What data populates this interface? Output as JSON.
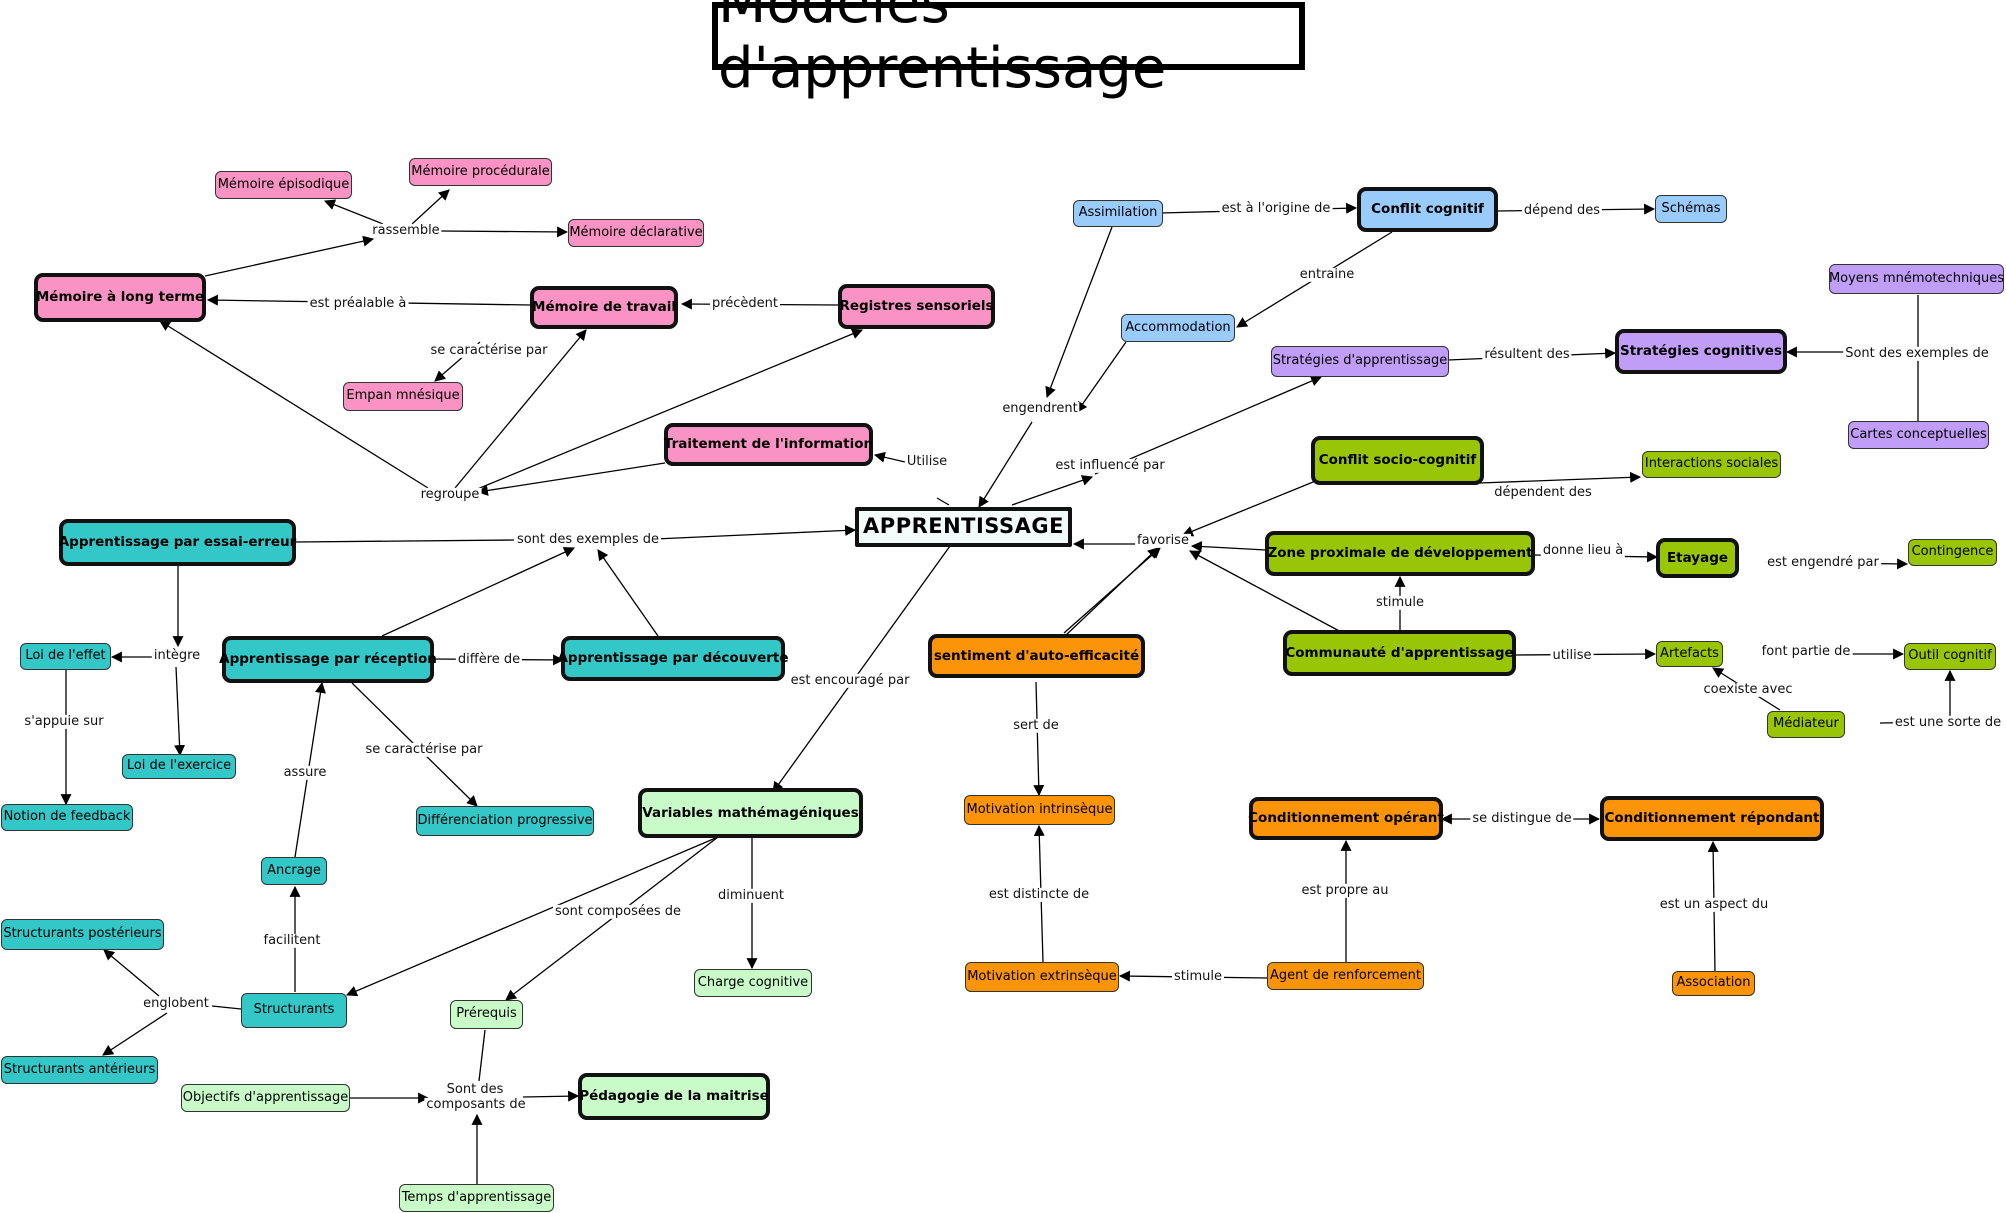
{
  "title": "Modèles d'apprentissage",
  "colors": {
    "pink": "#f993c3",
    "blue": "#99cbfb",
    "purple": "#c09df7",
    "green": "#99c507",
    "orange": "#fb9408",
    "teal": "#33c7c7",
    "lightgreen": "#c8fbc8",
    "center": "#f4fbfb"
  },
  "nodes": {
    "apprentissage": "APPRENTISSAGE",
    "memoire_long_terme": "Mémoire à long terme",
    "memoire_episodique": "Mémoire épisodique",
    "memoire_procedurale": "Mémoire procédurale",
    "memoire_declarative": "Mémoire déclarative",
    "memoire_travail": "Mémoire de travail",
    "registres_sensoriels": "Registres sensoriels",
    "empan_mnesique": "Empan mnésique",
    "traitement_information": "Traitement de l'information",
    "assimilation": "Assimilation",
    "conflit_cognitif": "Conflit cognitif",
    "schemas": "Schémas",
    "accommodation": "Accommodation",
    "strategies_apprentissage": "Stratégies d'apprentissage",
    "strategies_cognitives": "Stratégies cognitives",
    "moyens_mnemotechniques": "Moyens mnémotechniques",
    "cartes_conceptuelles": "Cartes conceptuelles",
    "conflit_socio_cognitif": "Conflit socio-cognitif",
    "interactions_sociales": "Interactions sociales",
    "zone_proximale": "Zone proximale de développement",
    "etayage": "Etayage",
    "contingence": "Contingence",
    "communaute": "Communauté d'apprentissage",
    "artefacts": "Artefacts",
    "outil_cognitif": "Outil cognitif",
    "mediateur": "Médiateur",
    "essai_erreur": "Apprentissage par essai-erreur",
    "loi_effet": "Loi de l'effet",
    "loi_exercice": "Loi de l'exercice",
    "notion_feedback": "Notion de feedback",
    "par_reception": "Apprentissage par réception",
    "par_decouverte": "Apprentissage par découverte",
    "differenciation": "Différenciation progressive",
    "ancrage": "Ancrage",
    "structurants": "Structurants",
    "structurants_posterieurs": "Structurants postérieurs",
    "structurants_anterieurs": "Structurants antérieurs",
    "variables": "Variables mathémagéniques",
    "charge_cognitive": "Charge cognitive",
    "prerequis": "Prérequis",
    "objectifs": "Objectifs d'apprentissage",
    "pedagogie_maitrise": "Pédagogie de la maitrise",
    "temps_apprentissage": "Temps d'apprentissage",
    "auto_efficacite": "sentiment d'auto-efficacité",
    "motivation_intrinseque": "Motivation intrinsèque",
    "motivation_extrinseque": "Motivation extrinsèque",
    "agent_renforcement": "Agent de renforcement",
    "conditionnement_operant": "Conditionnement opérant",
    "conditionnement_repondant": "Conditionnement répondant",
    "association": "Association"
  },
  "labels": {
    "rassemble": "rassemble",
    "est_prealable": "est préalable à",
    "precedent": "précèdent",
    "se_caracterise_par_1": "se caractérise par",
    "regroupe": "regroupe",
    "utilise_1": "Utilise",
    "est_origine": "est à l'origine de",
    "depend_des": "dépend des",
    "entraine": "entraine",
    "engendrent": "engendrent",
    "est_influence_par": "est influencé par",
    "resultent_des": "résultent des",
    "sont_exemples_1": "Sont des exemples de",
    "dependent_des": "dépendent des",
    "favorise": "favorise",
    "donne_lieu": "donne lieu à",
    "est_engendre_par": "est engendré par",
    "stimule_1": "stimule",
    "utilise_2": "utilise",
    "font_partie": "font partie de",
    "coexiste_avec": "coexiste avec",
    "est_une_sorte": "est une sorte de",
    "sont_exemples_2": "sont des exemples de",
    "integre": "intègre",
    "s_appuie_sur": "s'appuie sur",
    "differe_de": "diffère de",
    "se_caracterise_par_2": "se caractérise par",
    "assure": "assure",
    "facilitent": "facilitent",
    "englobent": "englobent",
    "est_encourage_par": "est encouragé par",
    "sont_composees": "sont composées de",
    "diminuent": "diminuent",
    "sont_composants_1": "Sont des",
    "sont_composants_2": "composants de",
    "sert_de": "sert de",
    "est_distincte": "est distincte de",
    "stimule_2": "stimule",
    "est_propre_au": "est propre au",
    "se_distingue": "se distingue de",
    "est_aspect": "est un aspect du"
  }
}
